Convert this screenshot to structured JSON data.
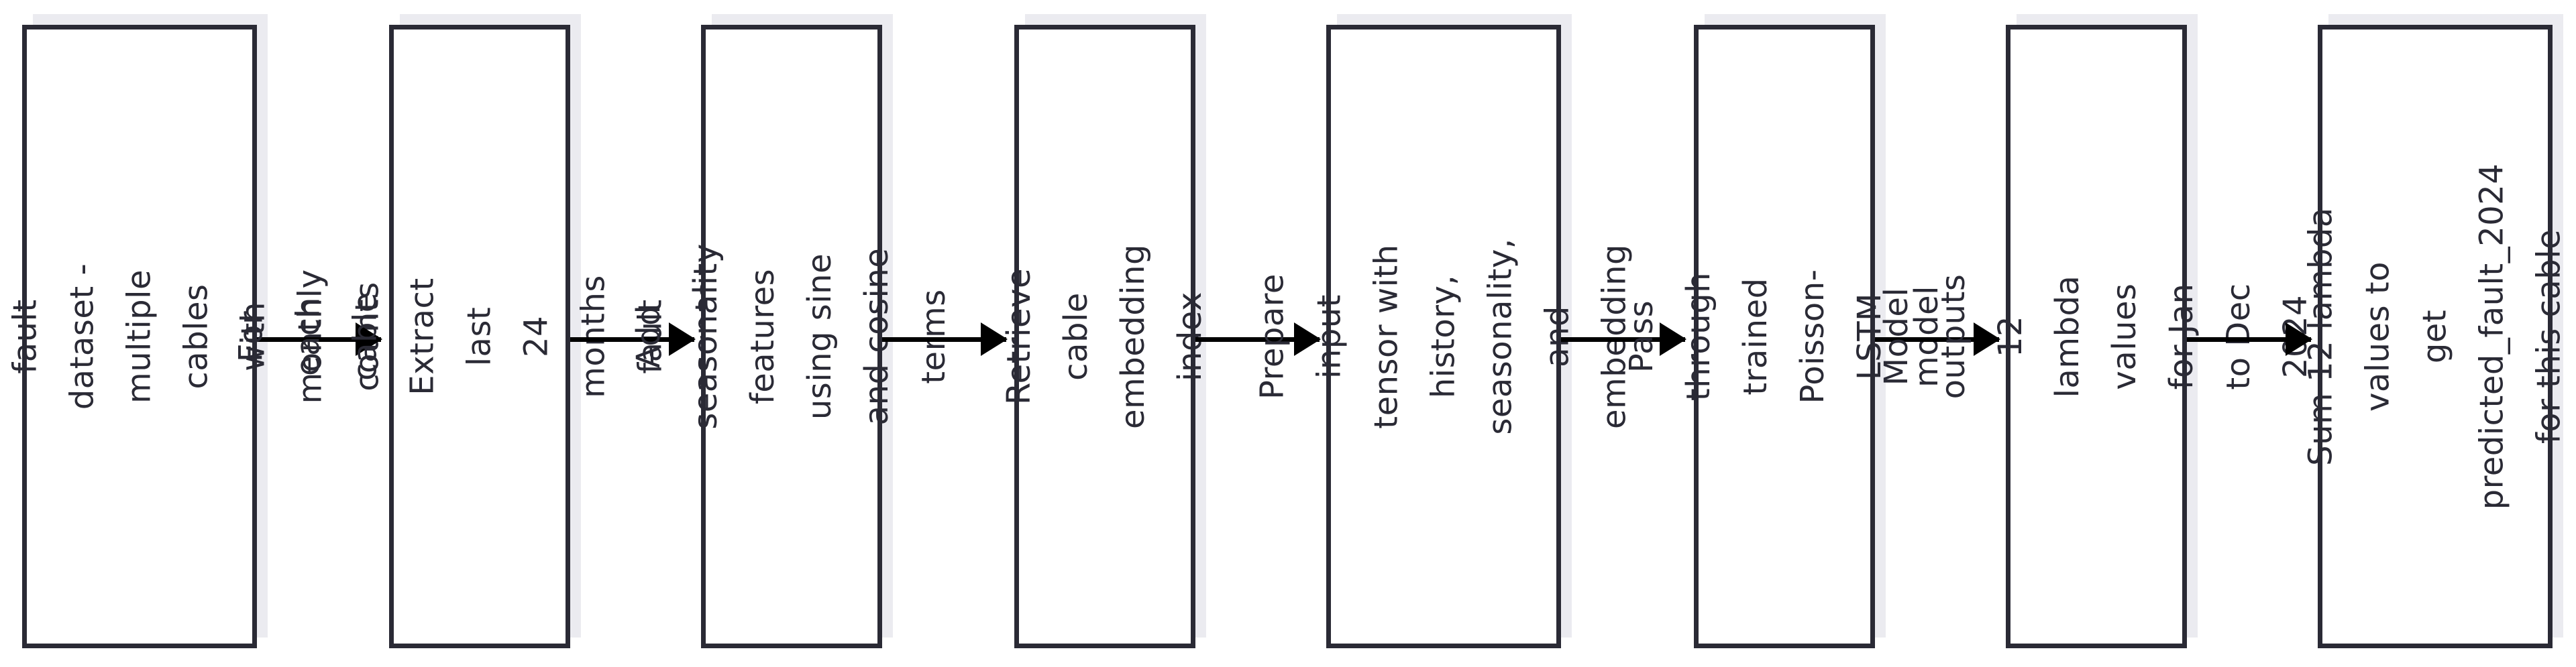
{
  "diagram": {
    "type": "flowchart",
    "direction": "left-to-right",
    "steps": [
      {
        "label": "Load historical fault\ndataset - multiple cables\nwith monthly counts"
      },
      {
        "label": "For each cable Extract last\n24 months fault counts"
      },
      {
        "label": "Add seasonality features\nusing sine and cosine terms"
      },
      {
        "label": "Retrieve cable embedding\nindex"
      },
      {
        "label": "Prepare input tensor with\nhistory, seasonality, and\nembedding"
      },
      {
        "label": "Pass through trained\nPoisson-LSTM model"
      },
      {
        "label": "Model outputs 12 lambda\nvalues for Jan to Dec 2024"
      },
      {
        "label": "Sum 12 lambda values to\nget predicted_fault_2024\nfor this cable"
      }
    ]
  }
}
